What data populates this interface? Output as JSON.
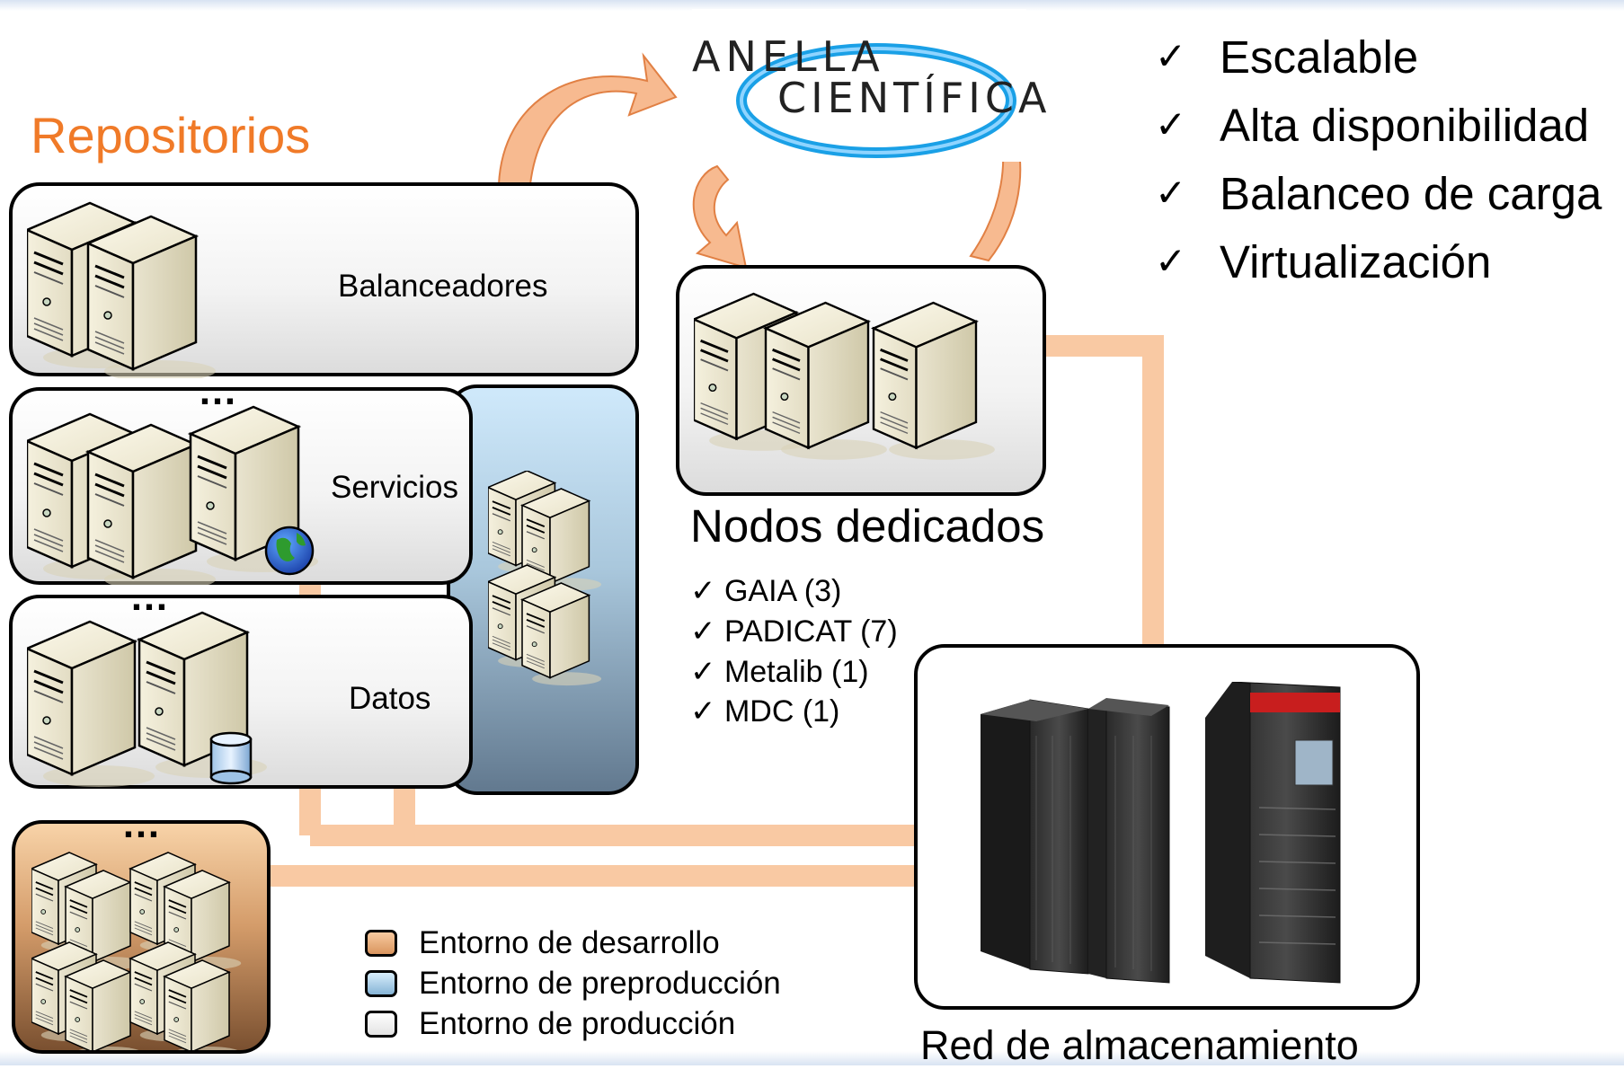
{
  "title": "Repositorios",
  "anella": {
    "line1": "ANELLA",
    "line2": "CIENTÍFICA"
  },
  "features": [
    "Escalable",
    "Alta disponibilidad",
    "Balanceo de carga",
    "Virtualización"
  ],
  "groups": {
    "balanceadores": "Balanceadores",
    "servicios": "Servicios",
    "datos": "Datos"
  },
  "ellipsis": "…",
  "nodos": {
    "title": "Nodos dedicados",
    "items": [
      "GAIA (3)",
      "PADICAT (7)",
      "Metalib (1)",
      "MDC (1)"
    ]
  },
  "storage_title": "Red de almacenamiento",
  "legend": [
    {
      "label": "Entorno de desarrollo",
      "color": "#e9a36a"
    },
    {
      "label": "Entorno de preproducción",
      "color": "#a9cfe9"
    },
    {
      "label": "Entorno de producción",
      "color": "#f2f2f2"
    }
  ],
  "colors": {
    "title": "#f07a28",
    "connector": "#f9c9a3",
    "arrow": "#f7b78b"
  },
  "check_symbol": "✓"
}
